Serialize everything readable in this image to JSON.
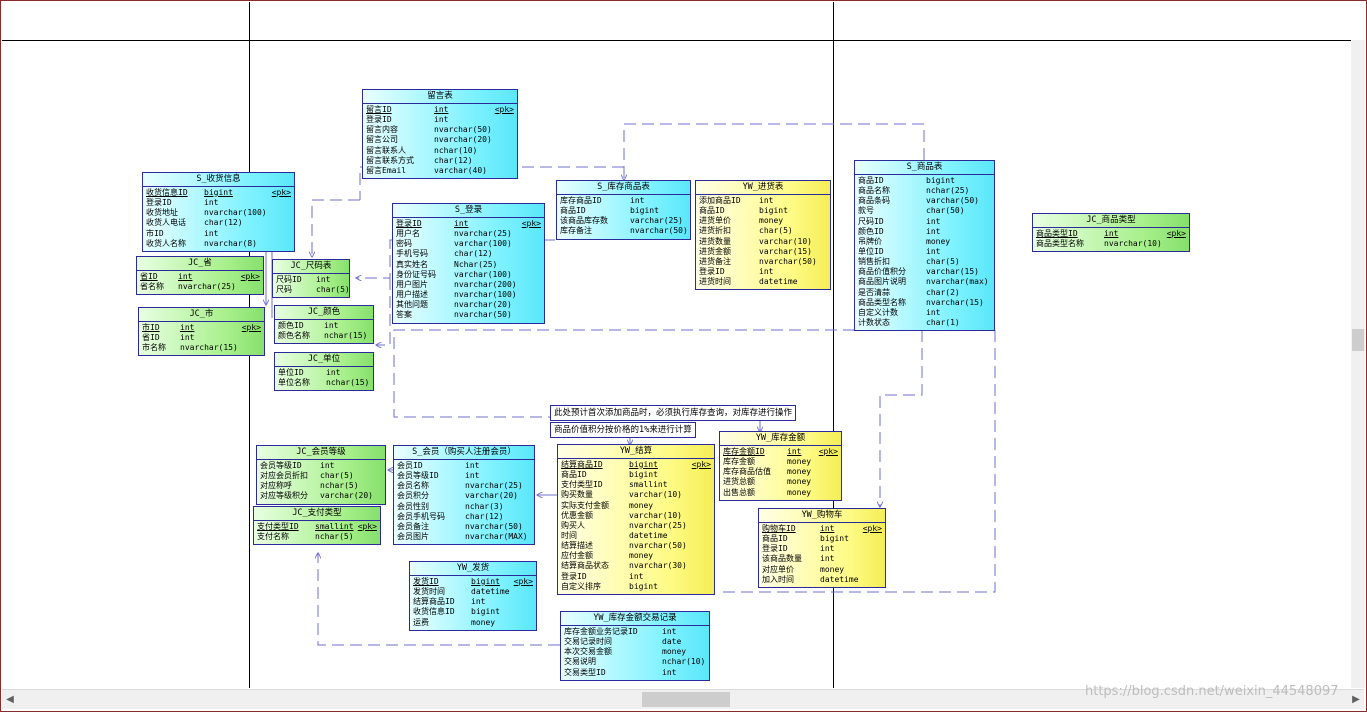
{
  "tables": [
    {
      "name": "留言表",
      "color": "cyan",
      "cols": [
        [
          "留言ID",
          "int",
          "<pk>"
        ],
        [
          "登录ID",
          "int",
          ""
        ],
        [
          "留言内容",
          "nvarchar(50)",
          ""
        ],
        [
          "留言公司",
          "nvarchar(20)",
          ""
        ],
        [
          "留言联系人",
          "nchar(10)",
          ""
        ],
        [
          "留言联系方式",
          "char(12)",
          ""
        ],
        [
          "留言Email",
          "varchar(40)",
          ""
        ]
      ]
    },
    {
      "name": "S_收货信息",
      "color": "cyan",
      "cols": [
        [
          "收货信息ID",
          "bigint",
          "<pk>"
        ],
        [
          "登录ID",
          "int",
          ""
        ],
        [
          "收货地址",
          "nvarchar(100)",
          ""
        ],
        [
          "收货人电话",
          "char(12)",
          ""
        ],
        [
          "市ID",
          "int",
          ""
        ],
        [
          "收货人名称",
          "nvarchar(8)",
          ""
        ]
      ]
    },
    {
      "name": "JC_省",
      "color": "green",
      "cols": [
        [
          "省ID",
          "int",
          "<pk>"
        ],
        [
          "省名称",
          "nvarchar(25)",
          ""
        ]
      ]
    },
    {
      "name": "JC_市",
      "color": "green",
      "cols": [
        [
          "市ID",
          "int",
          "<pk>"
        ],
        [
          "省ID",
          "int",
          ""
        ],
        [
          "市名称",
          "nvarchar(15)",
          ""
        ]
      ]
    },
    {
      "name": "JC_尺码表",
      "color": "green",
      "cols": [
        [
          "尺码ID",
          "int",
          ""
        ],
        [
          "尺码",
          "char(5)",
          ""
        ]
      ]
    },
    {
      "name": "JC_颜色",
      "color": "green",
      "cols": [
        [
          "颜色ID",
          "int",
          ""
        ],
        [
          "颜色名称",
          "nchar(15)",
          ""
        ]
      ]
    },
    {
      "name": "JC_单位",
      "color": "green",
      "cols": [
        [
          "单位ID",
          "int",
          ""
        ],
        [
          "单位名称",
          "nchar(15)",
          ""
        ]
      ]
    },
    {
      "name": "S_登录",
      "color": "cyan",
      "cols": [
        [
          "登录ID",
          "int",
          "<pk>"
        ],
        [
          "用户名",
          "nvarchar(25)",
          ""
        ],
        [
          "密码",
          "varchar(100)",
          ""
        ],
        [
          "手机号码",
          "char(12)",
          ""
        ],
        [
          "真实姓名",
          "Nchar(25)",
          ""
        ],
        [
          "身份证号码",
          "varchar(100)",
          ""
        ],
        [
          "用户图片",
          "nvarchar(200)",
          ""
        ],
        [
          "用户描述",
          "nvarchar(100)",
          ""
        ],
        [
          "其他问题",
          "nvarchar(20)",
          ""
        ],
        [
          "答案",
          "nvarchar(50)",
          ""
        ]
      ]
    },
    {
      "name": "S_库存商品表",
      "color": "cyan",
      "cols": [
        [
          "库存商品ID",
          "int",
          ""
        ],
        [
          "商品ID",
          "bigint",
          ""
        ],
        [
          "该商品库存数",
          "varchar(25)",
          ""
        ],
        [
          "库存备注",
          "nvarchar(50)",
          ""
        ]
      ]
    },
    {
      "name": "YW_进货表",
      "color": "yellow",
      "cols": [
        [
          "添加商品ID",
          "int",
          ""
        ],
        [
          "商品ID",
          "bigint",
          ""
        ],
        [
          "进货单价",
          "money",
          ""
        ],
        [
          "进货折扣",
          "char(5)",
          ""
        ],
        [
          "进货数量",
          "varchar(10)",
          ""
        ],
        [
          "进货金额",
          "varchar(15)",
          ""
        ],
        [
          "进货备注",
          "nvarchar(50)",
          ""
        ],
        [
          "登录ID",
          "int",
          ""
        ],
        [
          "进货时间",
          "datetime",
          ""
        ]
      ]
    },
    {
      "name": "S_商品表",
      "color": "cyan",
      "cols": [
        [
          "商品ID",
          "bigint",
          ""
        ],
        [
          "商品名称",
          "nchar(25)",
          ""
        ],
        [
          "商品条码",
          "varchar(50)",
          ""
        ],
        [
          "款号",
          "char(50)",
          ""
        ],
        [
          "尺码ID",
          "int",
          ""
        ],
        [
          "颜色ID",
          "int",
          ""
        ],
        [
          "吊牌价",
          "money",
          ""
        ],
        [
          "单位ID",
          "int",
          ""
        ],
        [
          "销售折扣",
          "char(5)",
          ""
        ],
        [
          "商品价值积分",
          "varchar(15)",
          ""
        ],
        [
          "商品图片说明",
          "nvarchar(max)",
          ""
        ],
        [
          "是否清蒜",
          "char(2)",
          ""
        ],
        [
          "商品类型名称",
          "nvarchar(15)",
          ""
        ],
        [
          "自定义计数",
          "int",
          ""
        ],
        [
          "计数状态",
          "char(1)",
          ""
        ]
      ]
    },
    {
      "name": "JC_商品类型",
      "color": "green",
      "cols": [
        [
          "商品类型ID",
          "int",
          "<pk>"
        ],
        [
          "商品类型名称",
          "nvarchar(10)",
          ""
        ]
      ]
    },
    {
      "name": "JC_会员等级",
      "color": "green",
      "cols": [
        [
          "会员等级ID",
          "int",
          ""
        ],
        [
          "对应会员折扣",
          "char(5)",
          ""
        ],
        [
          "对应称呼",
          "nchar(5)",
          ""
        ],
        [
          "对应等级积分",
          "varchar(20)",
          ""
        ]
      ]
    },
    {
      "name": "JC_支付类型",
      "color": "green",
      "cols": [
        [
          "支付类型ID",
          "smallint",
          "<pk>"
        ],
        [
          "支付名称",
          "nchar(5)",
          ""
        ]
      ]
    },
    {
      "name": "S_会员（购买人注册会员）",
      "color": "cyan",
      "cols": [
        [
          "会员ID",
          "int",
          ""
        ],
        [
          "会员等级ID",
          "int",
          ""
        ],
        [
          "会员名称",
          "nvarchar(25)",
          ""
        ],
        [
          "会员积分",
          "varchar(20)",
          ""
        ],
        [
          "会员性别",
          "nchar(3)",
          ""
        ],
        [
          "会员手机号码",
          "char(12)",
          ""
        ],
        [
          "会员备注",
          "nvarchar(50)",
          ""
        ],
        [
          "会员图片",
          "nvarchar(MAX)",
          ""
        ]
      ]
    },
    {
      "name": "YW_结算",
      "color": "yellow",
      "cols": [
        [
          "结算商品ID",
          "bigint",
          "<pk>"
        ],
        [
          "商品ID",
          "bigint",
          ""
        ],
        [
          "支付类型ID",
          "smallint",
          ""
        ],
        [
          "购买数量",
          "varchar(10)",
          ""
        ],
        [
          "实际支付金额",
          "money",
          ""
        ],
        [
          "优惠金额",
          "varchar(10)",
          ""
        ],
        [
          "购买人",
          "nvarchar(25)",
          ""
        ],
        [
          "时间",
          "datetime",
          ""
        ],
        [
          "结算描述",
          "nvarchar(50)",
          ""
        ],
        [
          "应付金额",
          "money",
          ""
        ],
        [
          "结算商品状态",
          "nvarchar(30)",
          ""
        ],
        [
          "登录ID",
          "int",
          ""
        ],
        [
          "自定义排序",
          "bigint",
          ""
        ]
      ]
    },
    {
      "name": "YW_库存金额",
      "color": "yellow",
      "cols": [
        [
          "库存金额ID",
          "int",
          "<pk>"
        ],
        [
          "库存金额",
          "money",
          ""
        ],
        [
          "库存商品估值",
          "money",
          ""
        ],
        [
          "进货总额",
          "money",
          ""
        ],
        [
          "出售总额",
          "money",
          ""
        ]
      ]
    },
    {
      "name": "YW_购物车",
      "color": "yellow",
      "cols": [
        [
          "购物车ID",
          "int",
          "<pk>"
        ],
        [
          "商品ID",
          "bigint",
          ""
        ],
        [
          "登录ID",
          "int",
          ""
        ],
        [
          "该商品数量",
          "int",
          ""
        ],
        [
          "对应单价",
          "money",
          ""
        ],
        [
          "加入时间",
          "datetime",
          ""
        ]
      ]
    },
    {
      "name": "YW_发货",
      "color": "cyan",
      "cols": [
        [
          "发货ID",
          "bigint",
          "<pk>"
        ],
        [
          "发货时间",
          "datetime",
          ""
        ],
        [
          "结算商品ID",
          "int",
          ""
        ],
        [
          "收货信息ID",
          "bigint",
          ""
        ],
        [
          "运费",
          "money",
          ""
        ]
      ]
    },
    {
      "name": "YW_库存金额交易记录",
      "color": "cyan",
      "cols": [
        [
          "库存金额业务记录ID",
          "int",
          ""
        ],
        [
          "交易记录时间",
          "date",
          ""
        ],
        [
          "本次交易金额",
          "money",
          ""
        ],
        [
          "交易说明",
          "nchar(10)",
          ""
        ],
        [
          "交易类型ID",
          "int",
          ""
        ]
      ]
    }
  ],
  "notes": [
    "此处预计首次添加商品时，必须执行库存查询，对库存进行操作",
    "商品价值积分按价格的1%来进行计算"
  ],
  "watermark": "https://blog.csdn.net/weixin_44548097"
}
